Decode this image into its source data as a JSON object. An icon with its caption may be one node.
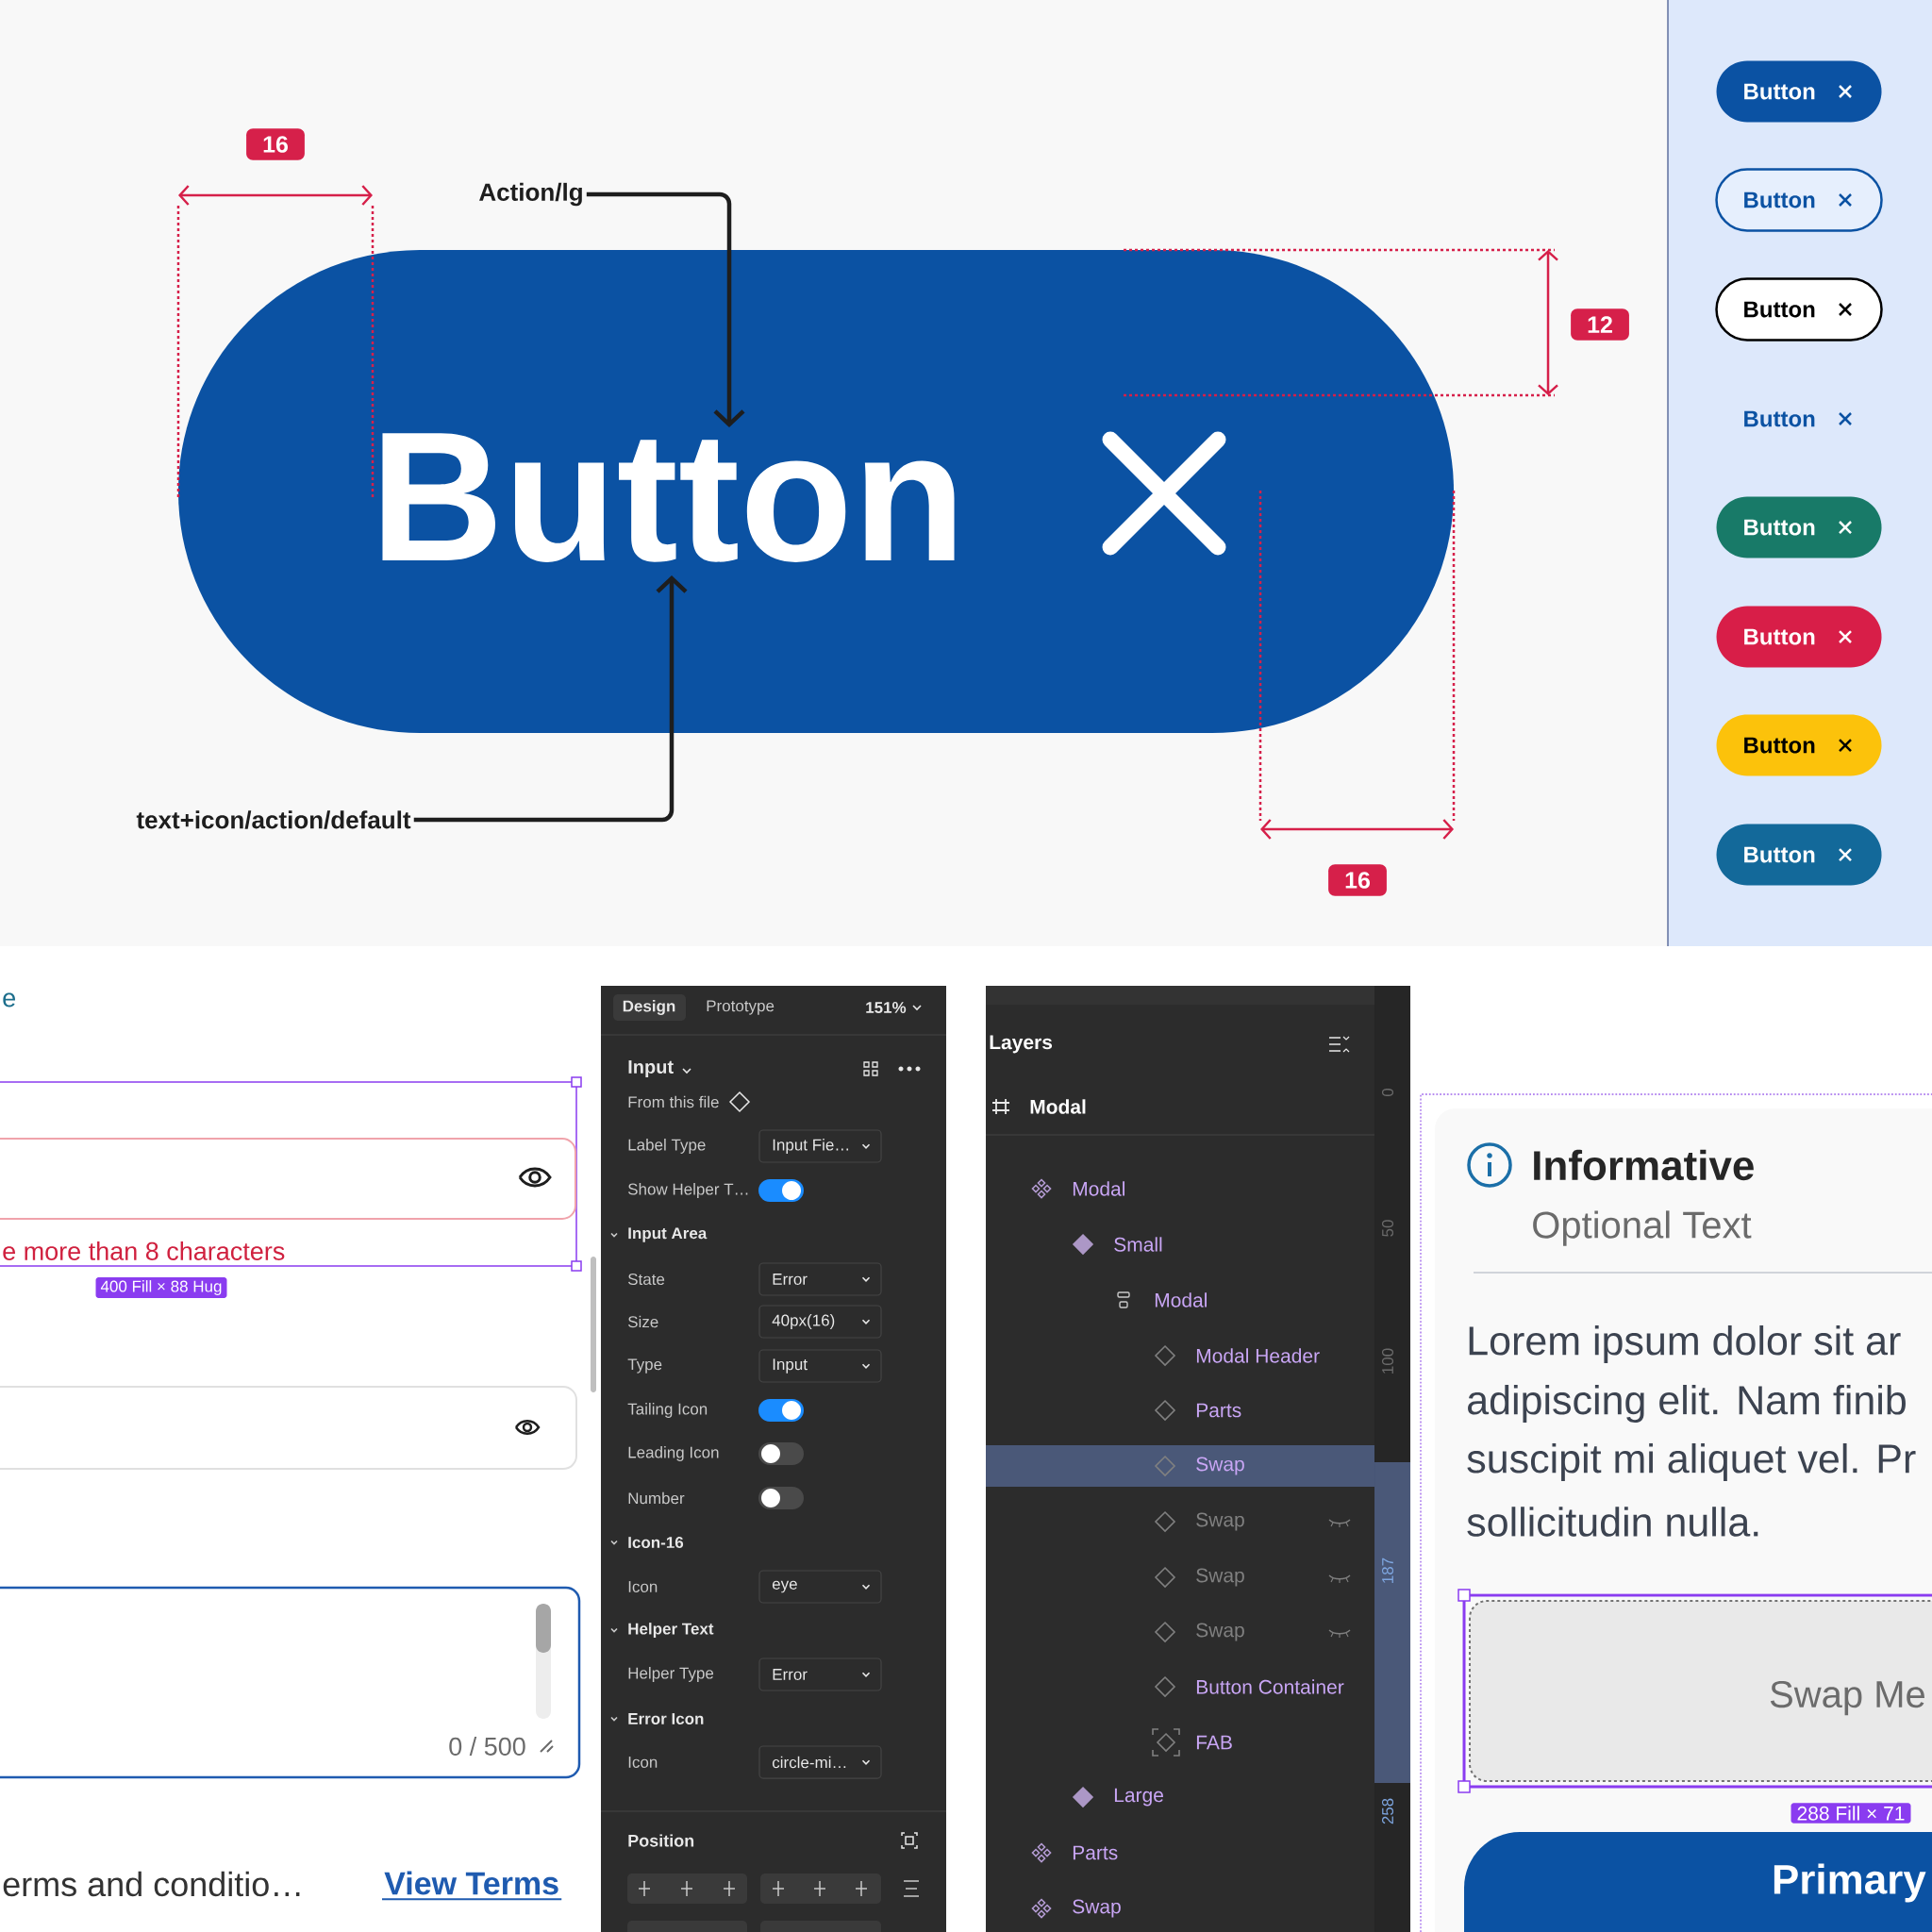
{
  "diagram": {
    "nodes": [
      {
        "text": [],
        "shape": "box"
      },
      {
        "text": [
          "Button"
        ],
        "in": 0
      },
      {
        "text": [
          "Action/lg"
        ]
      },
      {
        "text": [
          "text+icon/action/default"
        ]
      },
      {
        "text": [
          "Button"
        ]
      },
      {
        "text": [
          "Button"
        ]
      },
      {
        "text": [
          "Button"
        ]
      },
      {
        "text": [
          "Button"
        ]
      },
      {
        "text": [
          "Button"
        ]
      },
      {
        "text": [
          "Button"
        ]
      },
      {
        "text": [
          "Button"
        ]
      },
      {
        "text": [
          "Button"
        ]
      }
    ],
    "edges": [
      {
        "from": 2,
        "to": 1,
        "arrow": "to"
      },
      {
        "from": 3,
        "to": 1,
        "arrow": "to"
      }
    ],
    "labels": [
      "16",
      "12",
      "16",
      "e",
      "e more than 8 characters",
      "400 Fill × 88 Hug",
      "0 / 500",
      "erms and conditio…",
      "View Terms",
      "Design",
      "Prototype",
      "151%",
      "Input",
      "From this file",
      "Label Type",
      "Input Fie…",
      "Show Helper T…",
      "Input Area",
      "State",
      "Error",
      "Size",
      "40px(16)",
      "Type",
      "Input",
      "Tailing Icon",
      "Leading Icon",
      "Number",
      "Icon-16",
      "Icon",
      "eye",
      "Helper Text",
      "Helper Type",
      "Error",
      "Error Icon",
      "Icon",
      "circle-mi…",
      "Position",
      "Layers",
      "Modal",
      "Modal",
      "Small",
      "Modal",
      "Modal Header",
      "Parts",
      "Swap",
      "Swap",
      "Swap",
      "Swap",
      "Button Container",
      "FAB",
      "Large",
      "Parts",
      "Swap",
      "0",
      "50",
      "100",
      "187",
      "258",
      "Informative",
      "Optional Text",
      "Lorem ipsum dolor sit ar",
      "adipiscing elit. Nam finib",
      "suscipit mi aliquet vel. Pr",
      "sollicitudin nulla.",
      "Swap Me",
      "288 Fill × 71",
      "Primary"
    ]
  }
}
